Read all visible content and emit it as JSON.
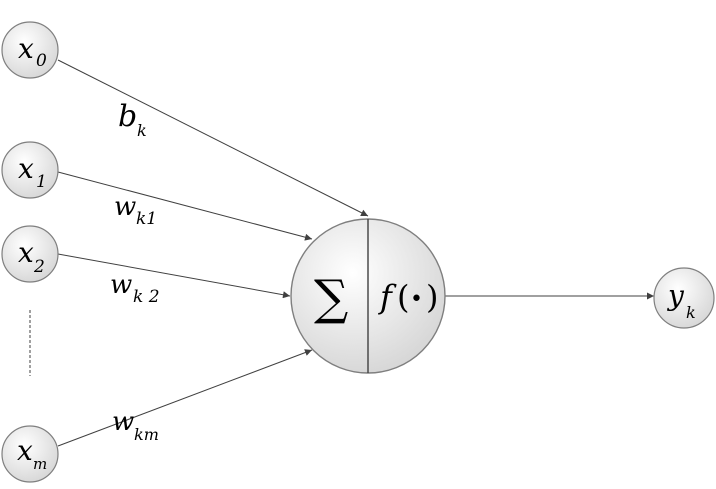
{
  "inputs": {
    "x0": {
      "base": "x",
      "sub": "0"
    },
    "x1": {
      "base": "x",
      "sub": "1"
    },
    "x2": {
      "base": "x",
      "sub": "2"
    },
    "xm": {
      "base": "x",
      "sub": "m"
    }
  },
  "weights": {
    "bias": {
      "base": "b",
      "sub": "k"
    },
    "w1": {
      "base": "w",
      "sub": "k1"
    },
    "w2": {
      "base": "w",
      "sub": "k 2"
    },
    "wm": {
      "base": "w",
      "sub": "km"
    }
  },
  "neuron": {
    "sum_symbol": "∑",
    "activation": {
      "f": "f",
      "open": "(",
      "dot": "•",
      "close": ")"
    }
  },
  "output": {
    "base": "y",
    "sub": "k"
  },
  "colors": {
    "node_fill_light": "#ffffff",
    "node_fill_dark": "#d9d9d9",
    "stroke": "#7f7f7f",
    "edge": "#404040"
  }
}
